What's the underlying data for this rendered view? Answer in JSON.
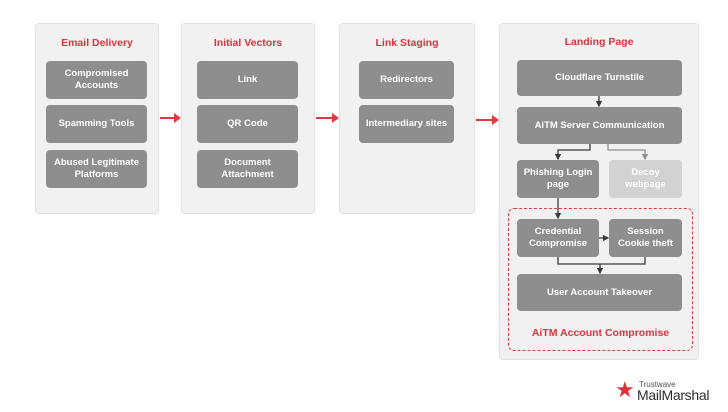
{
  "stages": [
    {
      "title": "Email Delivery",
      "items": [
        "Compromised Accounts",
        "Spamming Tools",
        "Abused Legitimate Platforms"
      ]
    },
    {
      "title": "Initial Vectors",
      "items": [
        "Link",
        "QR Code",
        "Document Attachment"
      ]
    },
    {
      "title": "Link Staging",
      "items": [
        "Redirectors",
        "Intermediary sites"
      ]
    },
    {
      "title": "Landing Page",
      "items": [
        "Cloudflare Turnstile",
        "AiTM Server Communication",
        "Phishing Login page",
        "Decoy webpage"
      ]
    }
  ],
  "compromise": {
    "label": "AiTM Account Compromise",
    "items": [
      "Credential Compromise",
      "Session Cookie theft",
      "User Account Takeover"
    ]
  },
  "logo": {
    "top": "Trustwave",
    "bottom": "MailMarshal"
  },
  "colors": {
    "accent": "#d9353e",
    "box": "#8e8e8e",
    "box_light": "#d2d2d2",
    "panel": "#f1f1f1"
  }
}
